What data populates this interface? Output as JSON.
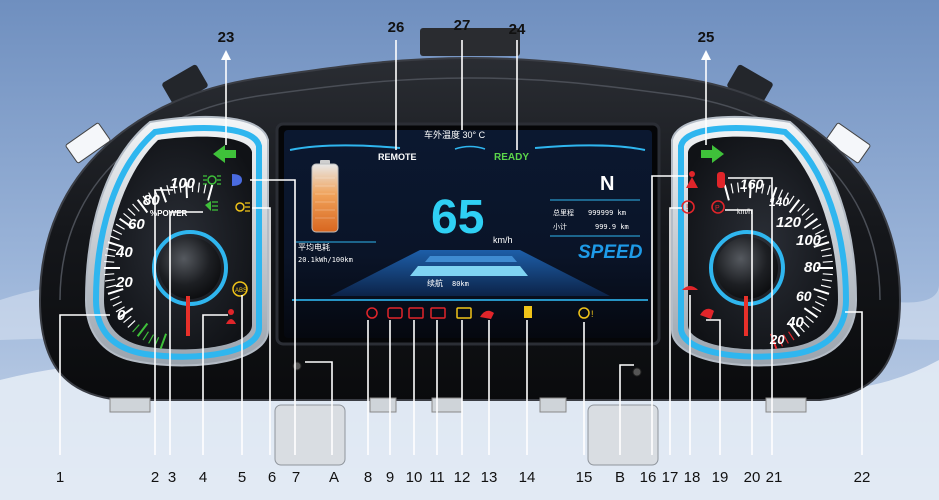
{
  "screen": {
    "outside_temp": "车外温度 30° C",
    "remote": "REMOTE",
    "ready": "READY",
    "gear": "N",
    "speed": "65",
    "speed_unit": "km/h",
    "odo_total_label": "总里程",
    "odo_total_value": "999999 km",
    "odo_trip_label": "小计",
    "odo_trip_value": "999.9 km",
    "avg_label": "平均电耗",
    "avg_value": "20.1kWh/100km",
    "range_label": "续航",
    "range_value": "80km",
    "logo": "SPEED"
  },
  "left_gauge": {
    "ticks": [
      "0",
      "20",
      "40",
      "60",
      "80",
      "100"
    ],
    "power_label": "%POWER"
  },
  "right_gauge": {
    "ticks": [
      "20",
      "40",
      "60",
      "80",
      "100",
      "120",
      "140",
      "160"
    ],
    "unit": "km/h"
  },
  "callouts": {
    "top": [
      "23",
      "26",
      "27",
      "24",
      "25"
    ],
    "bottom": [
      "1",
      "2",
      "3",
      "4",
      "5",
      "6",
      "7",
      "A",
      "8",
      "9",
      "10",
      "11",
      "12",
      "13",
      "14",
      "15",
      "B",
      "16",
      "17",
      "18",
      "19",
      "20",
      "21",
      "22"
    ]
  },
  "colors": {
    "accent_blue": "#2fb6ef",
    "ready_green": "#5cd64a",
    "warning_red": "#e0252a",
    "indicator_green": "#3fc13a",
    "needle_red": "#e8302a",
    "amber": "#f0c419"
  },
  "icons": [
    "turn-left-arrow-icon",
    "turn-right-arrow-icon",
    "battery-icon",
    "headlight-icon",
    "warning-lamp-icon"
  ]
}
